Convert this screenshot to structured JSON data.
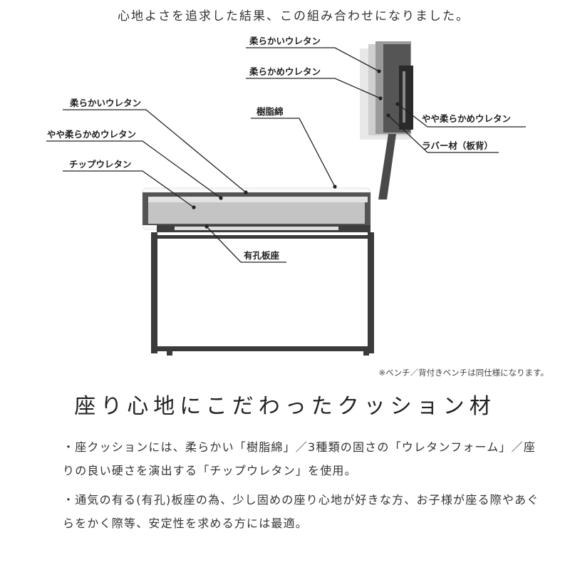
{
  "intro": "心地よさを追求した結果、この組み合わせになりました。",
  "labels": {
    "back_soft": "柔らかいウレタン",
    "back_mid": "柔らかめウレタン",
    "seat_soft": "柔らかいウレタン",
    "seat_mid": "やや柔らかめウレタン",
    "resin": "樹脂綿",
    "chip": "チップウレタン",
    "back_slightly": "やや柔らかめウレタン",
    "rubber": "ラバー材（板背）",
    "board": "有孔板座"
  },
  "note": "※ベンチ／背付きベンチは同仕様になります。",
  "heading": "座り心地にこだわったクッション材",
  "bullets": [
    "・座クッションには、柔らかい「樹脂綿」／3種類の固さの「ウレタンフォーム」／座りの良い硬さを演出する「チップウレタン」を使用。",
    "・通気の有る(有孔)板座の為、少し固めの座り心地が好きな方、お子様が座る際やあぐらをかく際等、安定性を求める方には最適。"
  ]
}
